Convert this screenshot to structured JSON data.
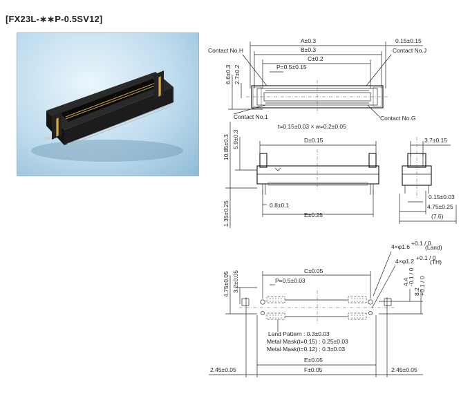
{
  "title": "[FX23L-∗∗P-0.5SV12]",
  "top_view": {
    "a_dim": "A±0.3",
    "b_dim": "B±0.3",
    "c_dim": "C±0.2",
    "p_dim": "P=0.5±0.15",
    "offset_dim": "0.15±0.15",
    "height_dim": "6.6±0.3",
    "depth_dim": "2.7±0.2",
    "contact_h": "Contact No.H",
    "contact_j": "Contact No.J",
    "contact_1": "Contact No.1",
    "contact_g": "Contact No.G",
    "terminal_dim": "t=0.15±0.03 × w=0.2±0.05"
  },
  "front_view": {
    "d_dim": "D±0.15",
    "height_dim": "10.85±0.3",
    "upper_dim": "5.9±0.3",
    "lead_dim": "1.35±0.25",
    "pitch_dim": "0.8±0.1",
    "e_dim": "E±0.25"
  },
  "side_view": {
    "width_dim": "3.7±0.15",
    "lead_dim": "0.15±0.03",
    "foot_dim": "4.75±0.25",
    "ref_dim": "(7.6)"
  },
  "pcb_layout": {
    "land_note": "4×φ1.6",
    "land_tol": "+0.1 / 0",
    "land_label": "(Land)",
    "th_note": "4×φ1.2",
    "th_tol": "+0.1 / 0",
    "th_label": "(TH)",
    "c_dim": "C±0.05",
    "p_dim": "P=0.5±0.03",
    "height_dim": "4.75±0.05",
    "inner_dim": "3.2±0.05",
    "right_dim_1": "4.4",
    "right_dim_1_tol": "-0.1 / 0",
    "right_dim_2": "8.2",
    "right_dim_2_tol": "+0.1 / 0",
    "land_pattern": "Land Pattern : 0.3±0.03",
    "metal_mask_1": "Metal Mask(t=0.15) : 0.25±0.03",
    "metal_mask_2": "Metal Mask(t=0.12) : 0.3±0.03",
    "e_dim": "E±0.05",
    "f_dim": "F±0.05",
    "left_edge_dim": "2.45±0.05",
    "right_edge_dim": "2.45±0.05"
  }
}
